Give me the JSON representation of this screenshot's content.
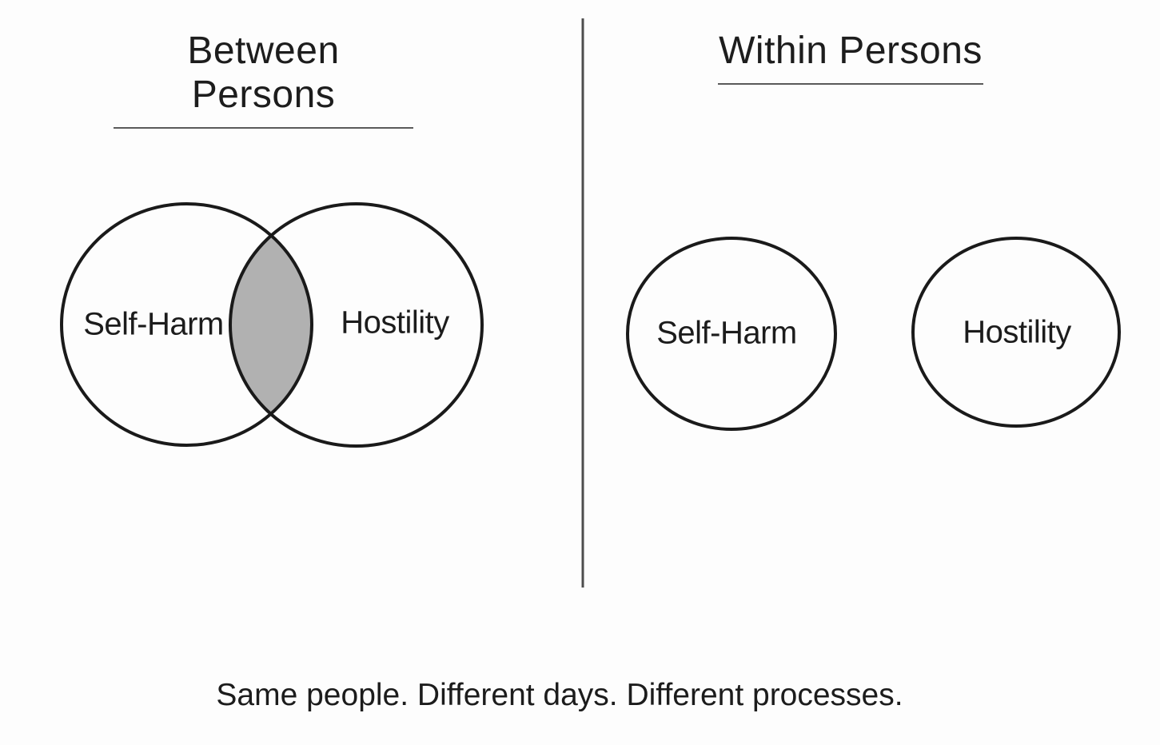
{
  "panels": {
    "between": {
      "title": "Between Persons",
      "venn": {
        "left_label": "Self-Harm",
        "right_label": "Hostility",
        "overlap_fill": "#b1b1b1"
      }
    },
    "within": {
      "title": "Within Persons",
      "circles": {
        "left_label": "Self-Harm",
        "right_label": "Hostility"
      }
    }
  },
  "caption": "Same people. Different days. Different processes.",
  "colors": {
    "circle_stroke": "#1a1a1a",
    "divider": "#4d4d4d",
    "title_underline": "#5a5a5a",
    "text": "#1c1c1c",
    "background": "#fdfdfd"
  }
}
